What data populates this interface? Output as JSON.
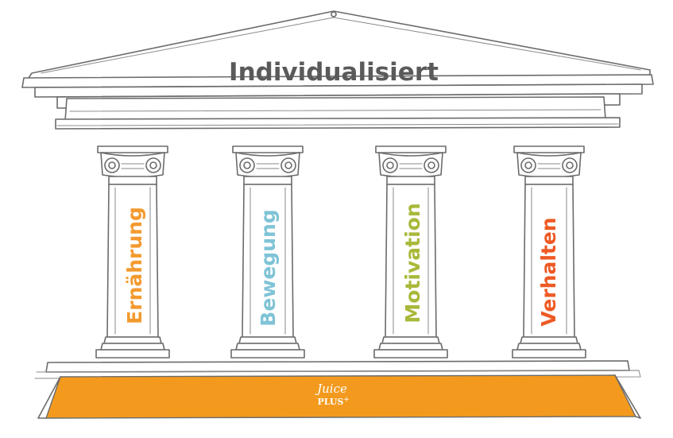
{
  "roof": {
    "title": "Individualisiert"
  },
  "pillars": [
    {
      "label": "Ernährung",
      "color": "#f39a2e"
    },
    {
      "label": "Bewegung",
      "color": "#7fc3d6"
    },
    {
      "label": "Motivation",
      "color": "#a9b83a"
    },
    {
      "label": "Verhalten",
      "color": "#ee5a24"
    }
  ],
  "foundation": {
    "color": "#f39a1e",
    "logo_line1": "Juice",
    "logo_line2": "PLUS",
    "logo_mark": "+"
  },
  "colors": {
    "title_text": "#5a5a5a",
    "sketch_line": "#6b6b6b"
  }
}
